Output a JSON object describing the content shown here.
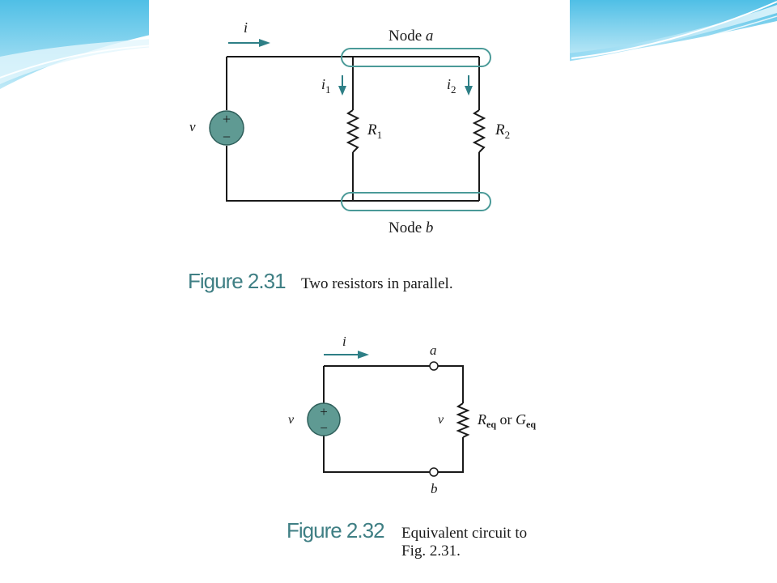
{
  "figure_231": {
    "current_label": "i",
    "node_a_word": "Node",
    "node_a_letter": "a",
    "node_b_word": "Node",
    "node_b_letter": "b",
    "source_label": "v",
    "branch1_current": "i",
    "branch1_sub": "1",
    "branch2_current": "i",
    "branch2_sub": "2",
    "r1_label": "R",
    "r1_sub": "1",
    "r2_label": "R",
    "r2_sub": "2",
    "source_plus": "+",
    "source_minus": "−",
    "figure_number": "Figure 2.31",
    "caption": "Two resistors in parallel."
  },
  "figure_232": {
    "current_label": "i",
    "terminal_a": "a",
    "terminal_b": "b",
    "source_label": "v",
    "resistor_voltage": "v",
    "req_label": "R",
    "req_sub": "eq",
    "or_word": "or",
    "geq_label": "G",
    "geq_sub": "eq",
    "source_plus": "+",
    "source_minus": "−",
    "figure_number": "Figure 2.32",
    "caption_line1": "Equivalent circuit to",
    "caption_line2": "Fig. 2.31."
  },
  "colors": {
    "accent_teal": "#2e7f86",
    "source_fill": "#5f9a93",
    "wire": "#1a1a1a",
    "banner_blue": "#5cc4e8"
  }
}
